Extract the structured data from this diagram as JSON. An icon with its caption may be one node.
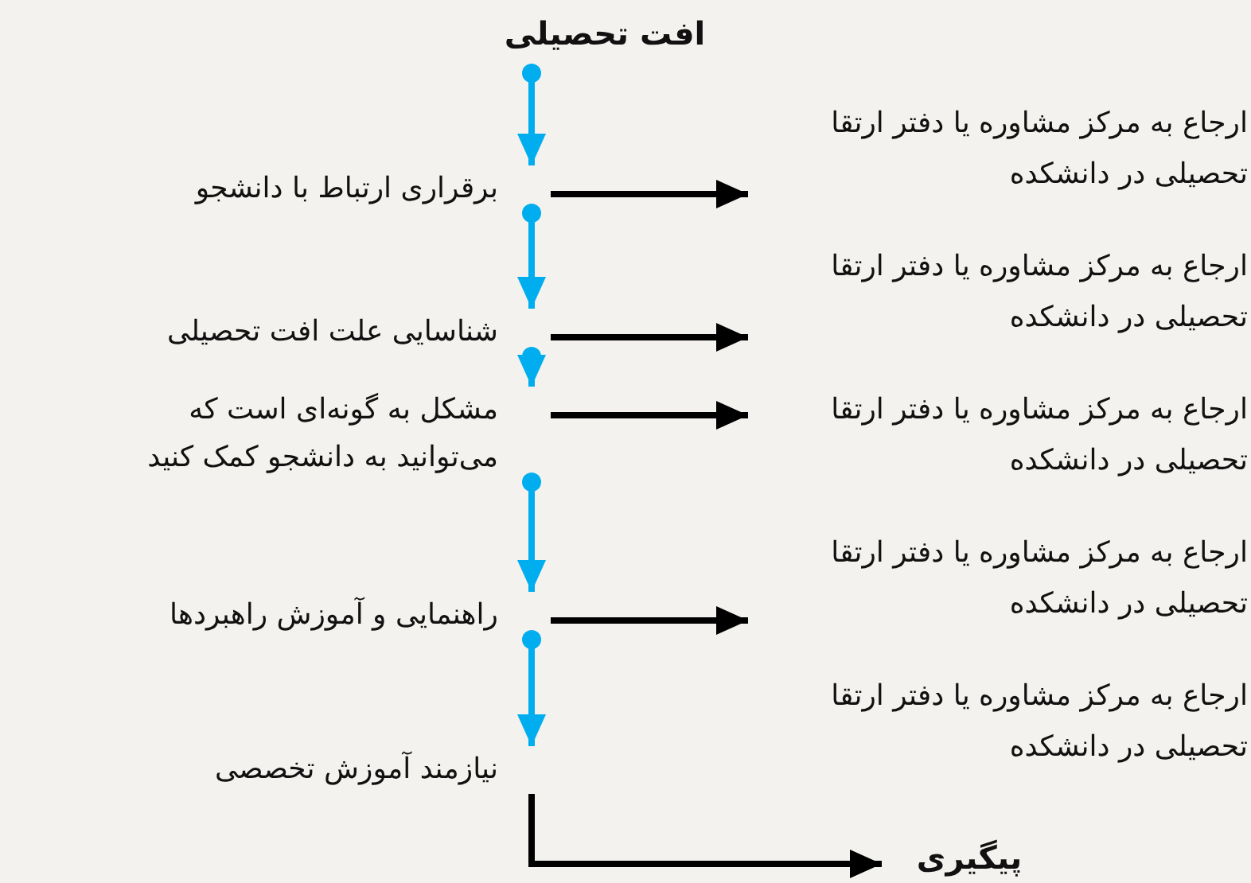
{
  "diagram": {
    "nodes": [
      {
        "text": [
          "افت تحصیلی"
        ]
      },
      {
        "text": [
          "برقراری ارتباط با دانشجو"
        ]
      },
      {
        "text": [
          "شناسایی علت افت تحصیلی"
        ]
      },
      {
        "text": [
          "مشکل به گونه‌ای است که می‌توانید به دانشجو کمک کنید"
        ]
      },
      {
        "text": [
          "راهنمایی و آموزش راهبردها"
        ]
      },
      {
        "text": [
          "نیازمند آموزش تخصصی"
        ]
      },
      {
        "text": [
          "ارجاع به مرکز مشاوره یا دفتر ارتقا تحصیلی در دانشکده"
        ]
      },
      {
        "text": [
          "ارجاع به مرکز مشاوره یا دفتر ارتقا تحصیلی در دانشکده"
        ]
      },
      {
        "text": [
          "ارجاع به مرکز مشاوره یا دفتر ارتقا تحصیلی در دانشکده"
        ]
      },
      {
        "text": [
          "ارجاع به مرکز مشاوره یا دفتر ارتقا تحصیلی در دانشکده"
        ]
      },
      {
        "text": [
          "ارجاع به مرکز مشاوره یا دفتر ارتقا تحصیلی در دانشکده"
        ]
      },
      {
        "text": [
          "پیگیری"
        ]
      }
    ],
    "edges": [
      {
        "from": 0,
        "to": 1,
        "arrow": "to",
        "color": "#00aeef"
      },
      {
        "from": 1,
        "to": 2,
        "arrow": "to",
        "color": "#00aeef"
      },
      {
        "from": 2,
        "to": 3,
        "arrow": "to",
        "color": "#00aeef"
      },
      {
        "from": 3,
        "to": 4,
        "arrow": "to",
        "color": "#00aeef"
      },
      {
        "from": 4,
        "to": 5,
        "arrow": "to",
        "color": "#00aeef"
      },
      {
        "from": 1,
        "to": 6,
        "arrow": "to",
        "color": "#000000"
      },
      {
        "from": 2,
        "to": 7,
        "arrow": "to",
        "color": "#000000"
      },
      {
        "from": 3,
        "to": 8,
        "arrow": "to",
        "color": "#000000"
      },
      {
        "from": 4,
        "to": 9,
        "arrow": "to",
        "color": "#000000"
      },
      {
        "from": 5,
        "to": 11,
        "arrow": "to",
        "color": "#000000"
      }
    ]
  }
}
